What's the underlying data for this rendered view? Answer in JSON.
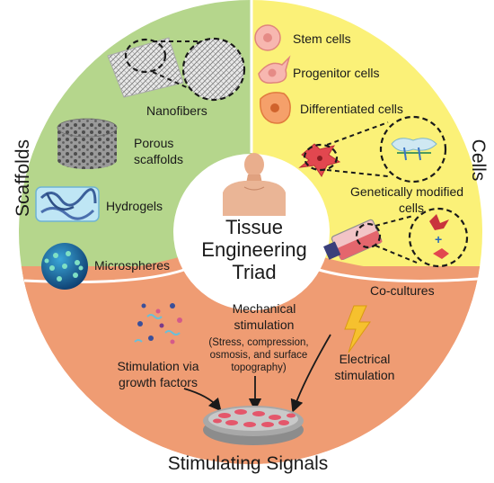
{
  "center": {
    "lines": [
      "Tissue",
      "Engineering",
      "Triad"
    ]
  },
  "sections": {
    "scaffolds": {
      "title": "Scaffolds",
      "color": "#b5d68c"
    },
    "cells": {
      "title": "Cells",
      "color": "#fbf178"
    },
    "signals": {
      "title": "Stimulating Signals",
      "color": "#ef9c73"
    }
  },
  "scaffolds": {
    "nanofibers": "Nanofibers",
    "porous": [
      "Porous",
      "scaffolds"
    ],
    "hydrogels": "Hydrogels",
    "microspheres": "Microspheres"
  },
  "cells": {
    "stem": "Stem cells",
    "progenitor": "Progenitor cells",
    "differentiated": "Differentiated cells",
    "genetic": [
      "Genetically modified",
      "cells"
    ],
    "cocultures": "Co-cultures"
  },
  "signals": {
    "mechanical": [
      "Mechanical",
      "stimulation"
    ],
    "mechanical_detail": [
      "(Stress, compression,",
      "osmosis, and surface",
      "topography)"
    ],
    "growth": [
      "Stimulation via",
      "growth factors"
    ],
    "electrical": [
      "Electrical",
      "stimulation"
    ]
  }
}
